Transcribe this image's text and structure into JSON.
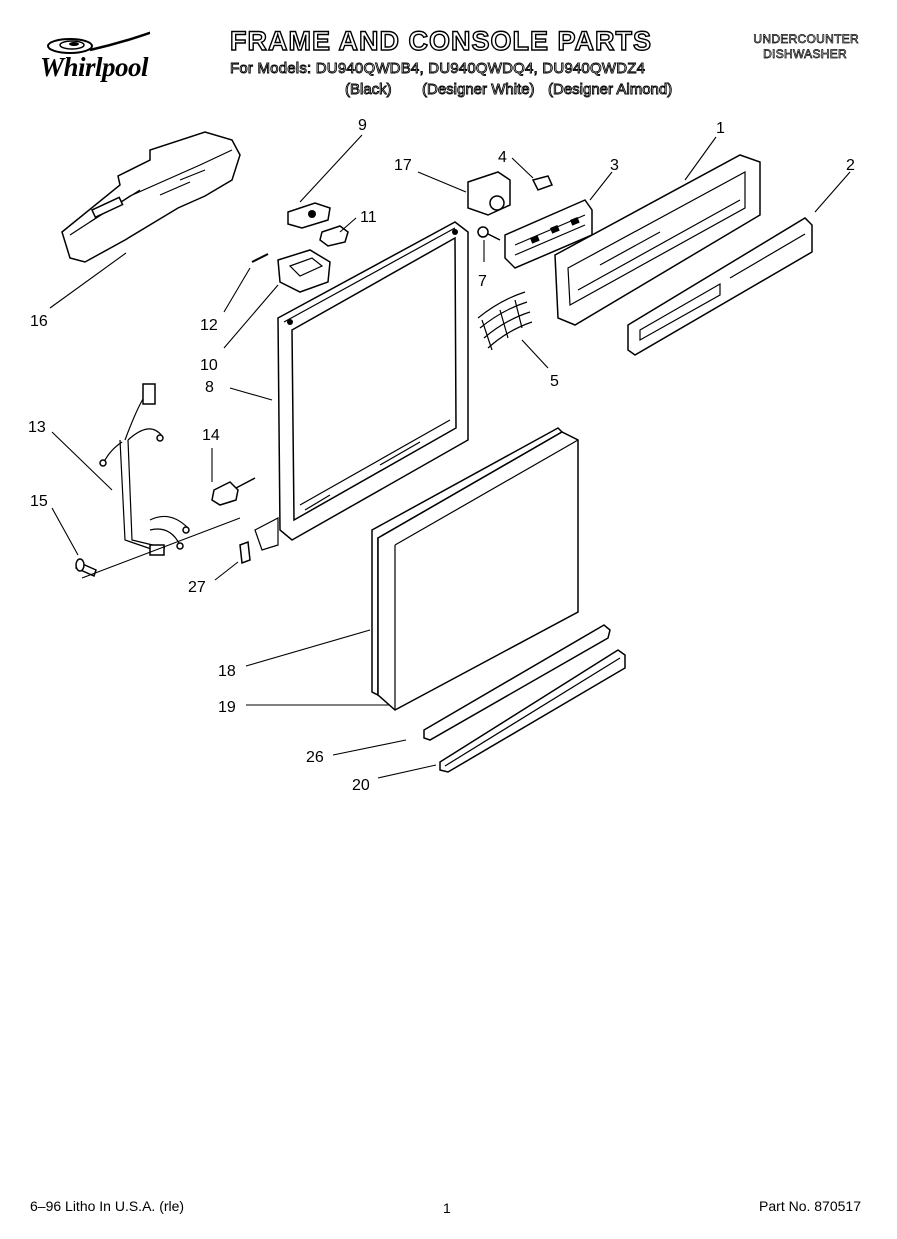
{
  "header": {
    "brand": "Whirlpool",
    "title": "FRAME AND CONSOLE PARTS",
    "models": "For Models: DU940QWDB4, DU940QWDQ4, DU940QWDZ4",
    "color_labels": [
      "(Black)",
      "(Designer White)",
      "(Designer Almond)"
    ],
    "category_line1": "UNDERCOUNTER",
    "category_line2": "DISHWASHER"
  },
  "callouts": [
    "1",
    "2",
    "3",
    "4",
    "5",
    "7",
    "8",
    "9",
    "10",
    "11",
    "12",
    "13",
    "14",
    "15",
    "16",
    "17",
    "18",
    "19",
    "20",
    "26",
    "27"
  ],
  "footer": {
    "litho": "6–96 Litho In U.S.A. (rle)",
    "page": "1",
    "part_no": "Part No. 870517"
  }
}
